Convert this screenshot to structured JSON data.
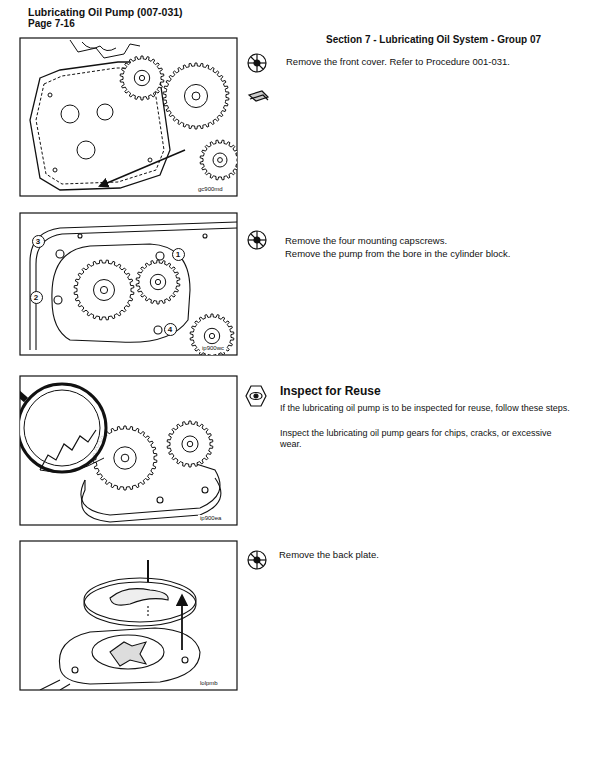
{
  "diagram": {
    "title": "Lubricating Oil Pump (007-031)",
    "nodes": [
      {
        "text": [
          "3"
        ]
      },
      {
        "text": [
          "1"
        ]
      },
      {
        "text": [
          "2"
        ]
      },
      {
        "text": [
          "4"
        ]
      }
    ],
    "labels": [
      "Page 7-16",
      "Section 7 - Lubricating Oil System - Group 07",
      "Remove the front cover. Refer to Procedure 001-031.",
      "gc900md",
      "Remove the four mounting capscrews.",
      "Remove the pump from the bore in the cylinder block.",
      "ip900wc",
      "Inspect for Reuse",
      "If the lubricating oil pump is to be inspected for reuse, follow these steps.",
      "Inspect the lubricating oil pump gears for chips, cracks, or excessive wear.",
      "ip900ea",
      "Remove the back plate.",
      "lolpmb"
    ]
  }
}
